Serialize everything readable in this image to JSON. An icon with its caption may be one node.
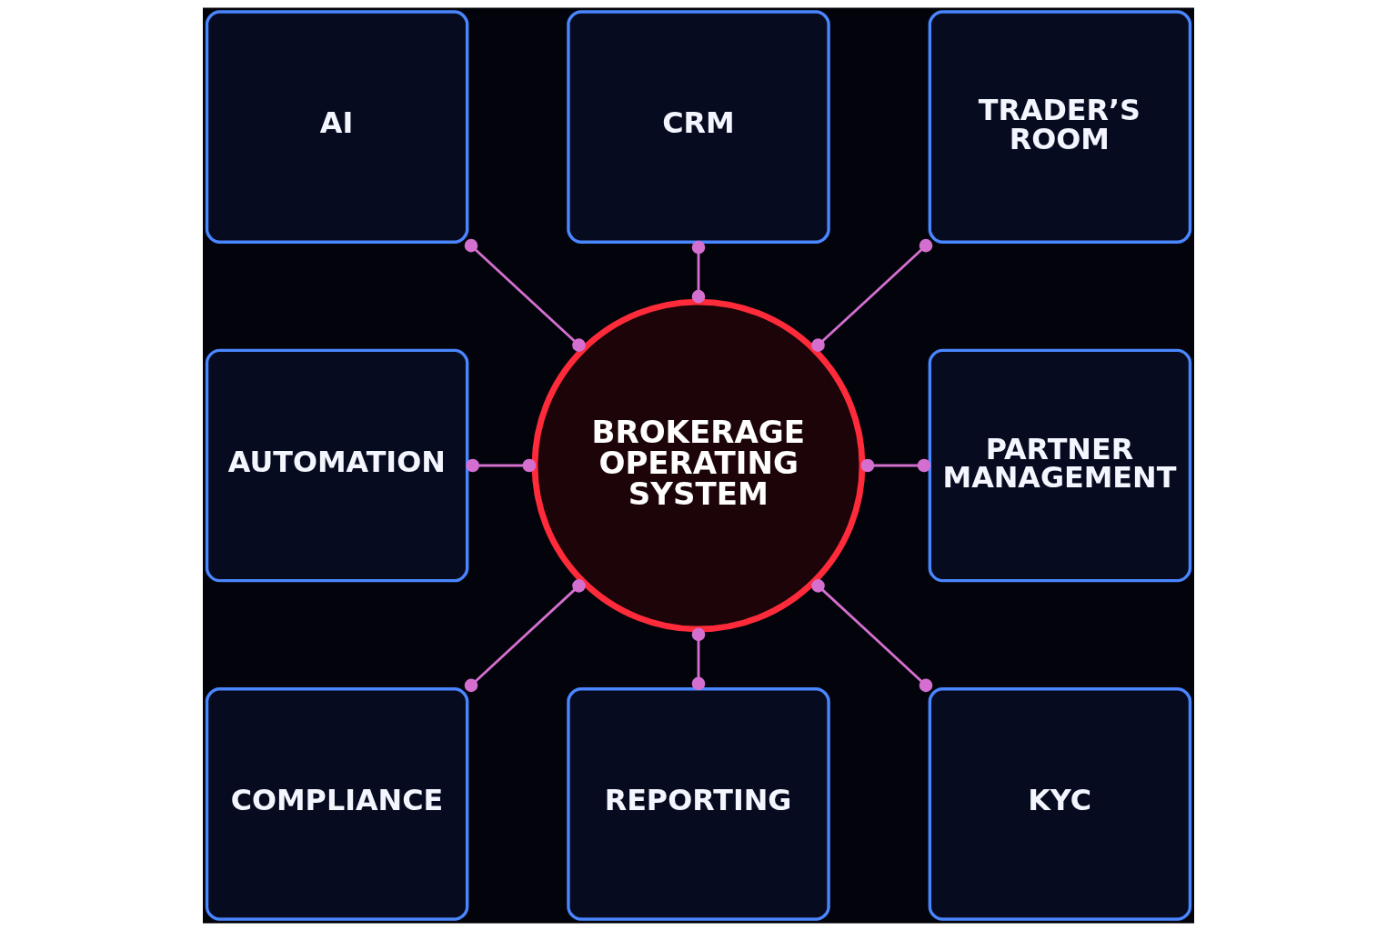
{
  "diagram": {
    "nodes": [
      {
        "text": [
          "CRM"
        ]
      },
      {
        "text": [
          "AI"
        ]
      },
      {
        "text": [
          "TRADER’S ROOM"
        ]
      },
      {
        "text": [
          "AUTOMATION"
        ]
      },
      {
        "text": [
          "BROKERAGE OPERATING SYSTEM"
        ]
      },
      {
        "text": [
          "PARTNER MANAGEMENT"
        ]
      },
      {
        "text": [
          "COMPLIANCE"
        ]
      },
      {
        "text": [
          "KYC"
        ]
      },
      {
        "text": [
          "REPORTING"
        ]
      }
    ],
    "edges": [
      {
        "from": 4,
        "to": 0,
        "arrow": "other"
      },
      {
        "from": 4,
        "to": 2,
        "arrow": "other"
      },
      {
        "from": 4,
        "to": 5,
        "arrow": "other"
      },
      {
        "from": 4,
        "to": 7,
        "arrow": "other"
      },
      {
        "from": 4,
        "to": 8,
        "arrow": "other"
      },
      {
        "from": 4,
        "to": 6,
        "arrow": "other"
      },
      {
        "from": 4,
        "to": 3,
        "arrow": "other"
      },
      {
        "from": 4,
        "to": 1,
        "arrow": "other"
      }
    ]
  }
}
